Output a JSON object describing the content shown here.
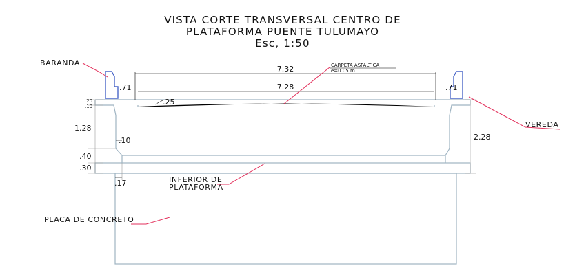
{
  "title": {
    "line1": "VISTA CORTE TRANSVERSAL CENTRO DE",
    "line2": "PLATAFORMA PUENTE TULUMAYO",
    "scale": "Esc, 1:50"
  },
  "labels": {
    "baranda": "BARANDA",
    "carpeta_line1": "CARPETA ASFALTICA",
    "carpeta_line2": "e=0.05 m",
    "vereda": "VEREDA",
    "inferior_line1": "INFERIOR DE",
    "inferior_line2": "PLATAFORMA",
    "placa": "PLACA DE CONCRETO"
  },
  "dimensions": {
    "width_total": "7.32",
    "width_road": "7.28",
    "rail_left": ".71",
    "rail_right": ".71",
    "asphalt": ".25",
    "curb_top": ".20",
    "curb_mid": ".10",
    "h_left": "1.28",
    "web": ".10",
    "slab_40": ".40",
    "slab_30": ".30",
    "base_17": ".17",
    "h_right": "2.28"
  },
  "colors": {
    "structure": "#9fb4c2",
    "railing": "#4a66c8",
    "leader": "#e3315c",
    "asphalt": "#000000"
  }
}
